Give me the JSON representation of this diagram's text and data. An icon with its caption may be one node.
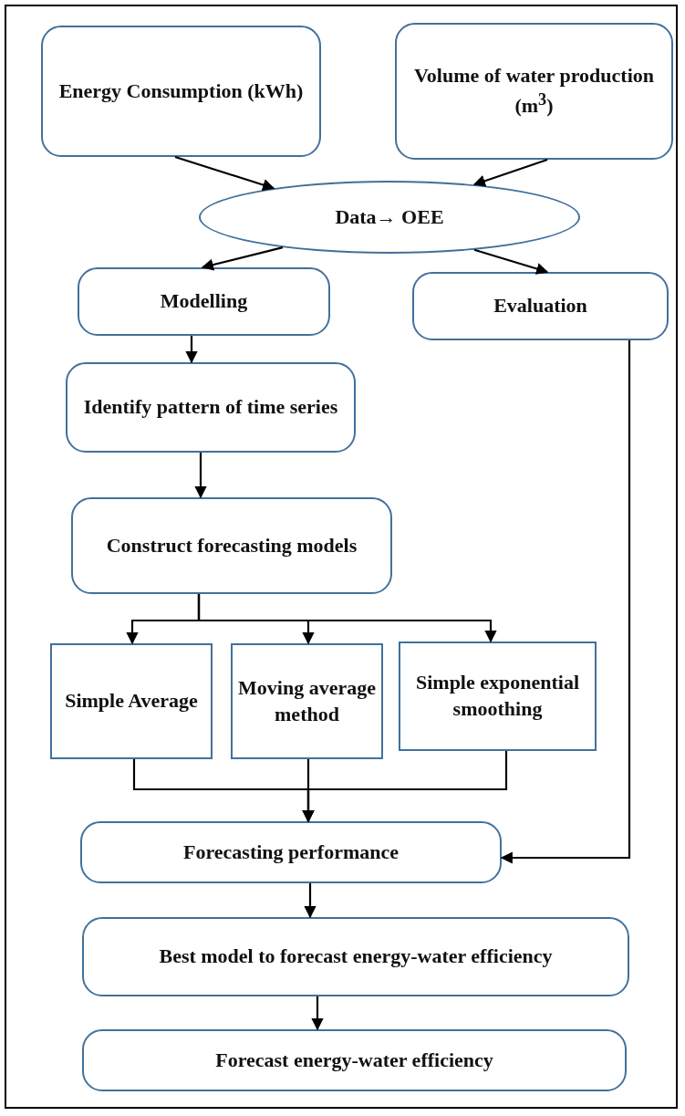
{
  "diagram": {
    "nodes": [
      {
        "text": [
          "Energy Consumption (kWh)"
        ]
      },
      {
        "text": [
          "Volume of water production (m$^{3}$)"
        ]
      },
      {
        "text": [
          "Data→ OEE"
        ]
      },
      {
        "text": [
          "Modelling"
        ]
      },
      {
        "text": [
          "Evaluation"
        ]
      },
      {
        "text": [
          "Identify pattern of time series"
        ]
      },
      {
        "text": [
          "Construct forecasting models"
        ]
      },
      {
        "text": [
          "Simple Average"
        ]
      },
      {
        "text": [
          "Moving average method"
        ]
      },
      {
        "text": [
          "Simple exponential smoothing"
        ]
      },
      {
        "text": [
          "Forecasting performance"
        ]
      },
      {
        "text": [
          "Best model to forecast energy-water efficiency"
        ]
      },
      {
        "text": [
          "Forecast energy-water efficiency"
        ]
      }
    ],
    "edges": [
      {
        "from": 0,
        "to": 2,
        "arrow": "to"
      },
      {
        "from": 1,
        "to": 2,
        "arrow": "to"
      },
      {
        "from": 2,
        "to": 3,
        "arrow": "to"
      },
      {
        "from": 2,
        "to": 4,
        "arrow": "to"
      },
      {
        "from": 3,
        "to": 5,
        "arrow": "to"
      },
      {
        "from": 5,
        "to": 6,
        "arrow": "to"
      },
      {
        "from": 6,
        "to": 7,
        "arrow": "to"
      },
      {
        "from": 6,
        "to": 8,
        "arrow": "to"
      },
      {
        "from": 6,
        "to": 9,
        "arrow": "to"
      },
      {
        "from": 7,
        "to": 10,
        "arrow": "to"
      },
      {
        "from": 8,
        "to": 10,
        "arrow": "to"
      },
      {
        "from": 9,
        "to": 10,
        "arrow": "to"
      },
      {
        "from": 4,
        "to": 10,
        "arrow": "to"
      },
      {
        "from": 10,
        "to": 11,
        "arrow": "to"
      },
      {
        "from": 11,
        "to": 12,
        "arrow": "to"
      }
    ]
  }
}
